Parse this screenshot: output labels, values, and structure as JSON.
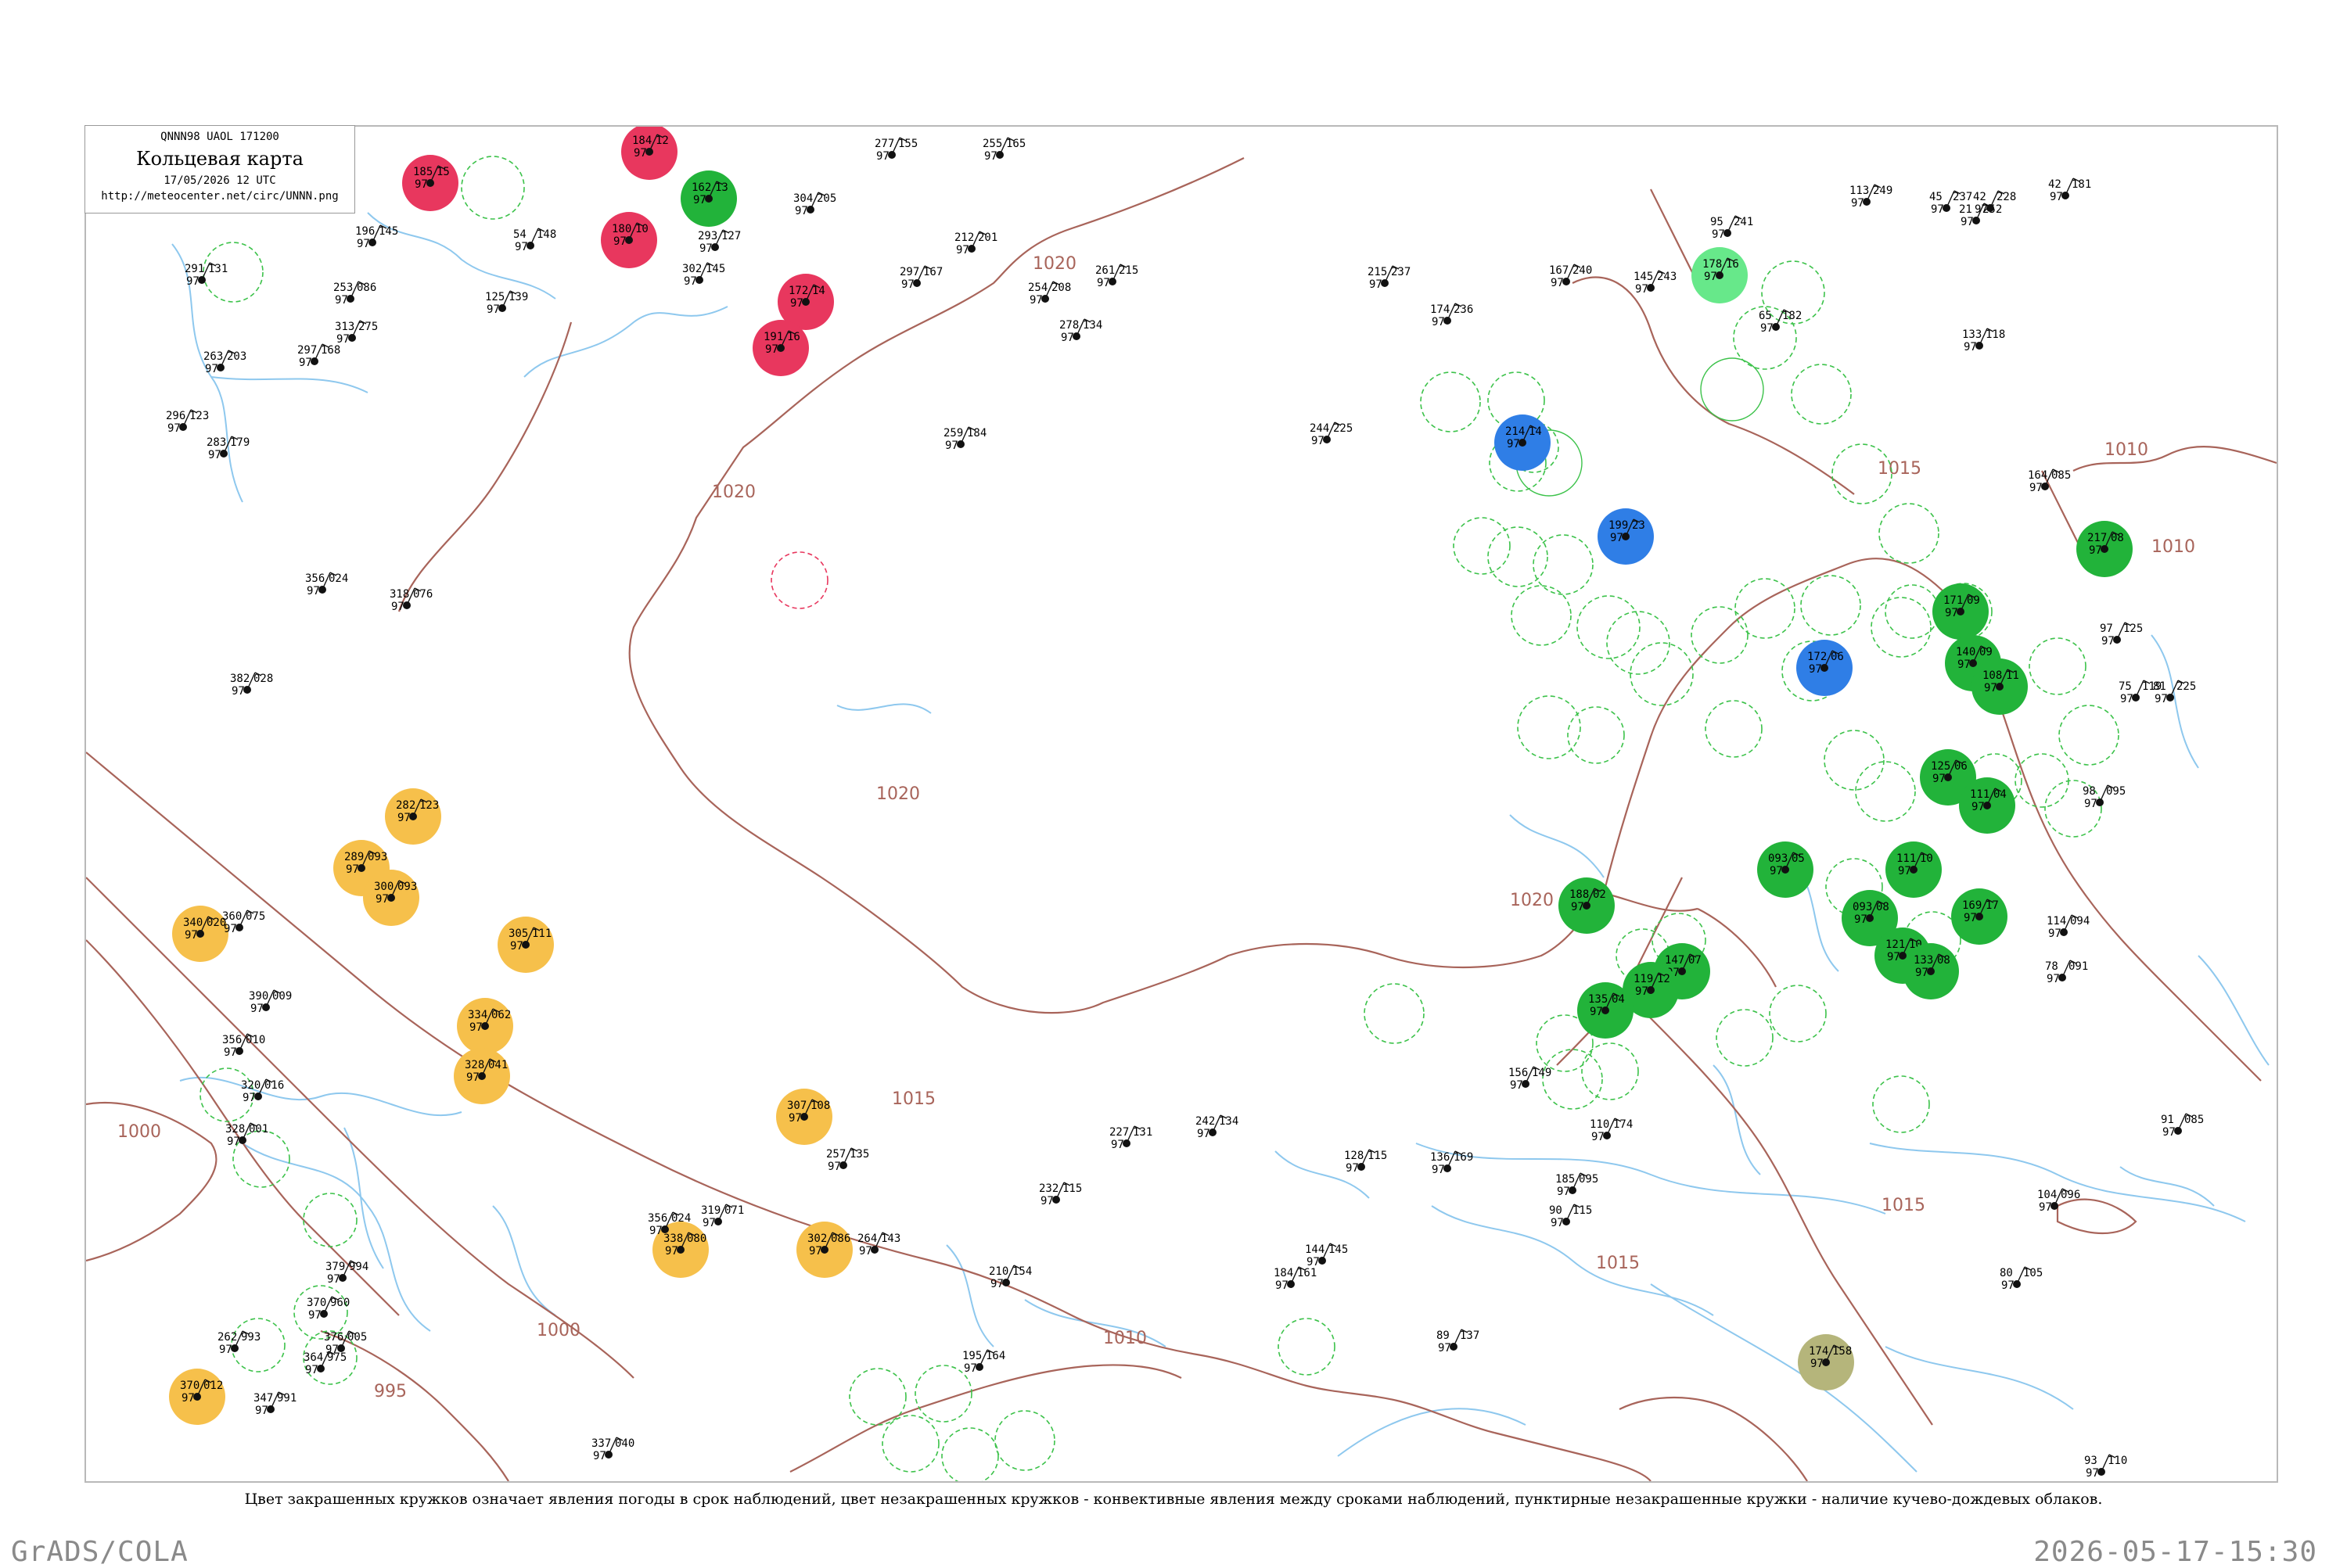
{
  "legend": {
    "code": "QNNN98  UAOL  171200",
    "title": "Кольцевая карта",
    "date": "17/05/2026 12 UTC",
    "url": "http://meteocenter.net/circ/UNNN.png"
  },
  "caption": "Цвет закрашенных кружков означает явления погоды в срок наблюдений, цвет незакрашенных кружков - конвективные явления между сроками наблюдений, пунктирные незакрашенные кружки - наличие кучево-дождевых облаков.",
  "footer": {
    "left": "GrADS/COLA",
    "right": "2026-05-17-15:30"
  },
  "colors": {
    "red": "#e8375e",
    "green": "#22b33a",
    "lightgreen": "#67e88a",
    "blue": "#2f7ee6",
    "orange": "#f6c04b",
    "olive": "#b5b57b",
    "isobar": "#a8645a",
    "water": "#8ec8ee",
    "ring": "#3cc24a"
  },
  "isobar_labels": [
    {
      "text": "1020"
    },
    {
      "text": "1020"
    },
    {
      "text": "1020"
    },
    {
      "text": "1020"
    },
    {
      "text": "1015"
    },
    {
      "text": "1015"
    },
    {
      "text": "1015"
    },
    {
      "text": "1015"
    },
    {
      "text": "1010"
    },
    {
      "text": "1010"
    },
    {
      "text": "1010"
    },
    {
      "text": "1000"
    },
    {
      "text": "1000"
    },
    {
      "text": "995"
    }
  ],
  "stations_red": [
    {
      "a": "185",
      "b": "15"
    },
    {
      "a": "184",
      "b": "12"
    },
    {
      "a": "180",
      "b": "10"
    },
    {
      "a": "172",
      "b": "14"
    },
    {
      "a": "191",
      "b": "16"
    }
  ],
  "stations_green": [
    {
      "a": "162",
      "b": "13"
    },
    {
      "a": "217",
      "b": "08"
    },
    {
      "a": "188",
      "b": "02"
    },
    {
      "a": "171",
      "b": "09"
    },
    {
      "a": "140",
      "b": "09"
    },
    {
      "a": "108",
      "b": "11"
    },
    {
      "a": "125",
      "b": "06"
    },
    {
      "a": "111",
      "b": "04"
    },
    {
      "a": "093",
      "b": "05"
    },
    {
      "a": "111",
      "b": "10"
    },
    {
      "a": "093",
      "b": "08"
    },
    {
      "a": "169",
      "b": "17"
    },
    {
      "a": "147",
      "b": "07"
    },
    {
      "a": "119",
      "b": "12"
    },
    {
      "a": "135",
      "b": "04"
    },
    {
      "a": "121",
      "b": "10"
    },
    {
      "a": "133",
      "b": "08"
    }
  ],
  "stations_lightgreen": [
    {
      "a": "178",
      "b": "16"
    }
  ],
  "stations_blue": [
    {
      "a": "214",
      "b": "14"
    },
    {
      "a": "199",
      "b": "23"
    },
    {
      "a": "172",
      "b": "06"
    }
  ],
  "stations_orange": [
    {
      "a": "282",
      "b": "123"
    },
    {
      "a": "289",
      "b": "093"
    },
    {
      "a": "300",
      "b": "093"
    },
    {
      "a": "340",
      "b": "020"
    },
    {
      "a": "305",
      "b": "111"
    },
    {
      "a": "334",
      "b": "062"
    },
    {
      "a": "328",
      "b": "041"
    },
    {
      "a": "307",
      "b": "108"
    },
    {
      "a": "338",
      "b": "080"
    },
    {
      "a": "302",
      "b": "086"
    },
    {
      "a": "370",
      "b": "012"
    }
  ],
  "stations_olive": [
    {
      "a": "174",
      "b": "158"
    }
  ],
  "stations_plain": [
    {
      "a": "277",
      "b": "155"
    },
    {
      "a": "255",
      "b": "165"
    },
    {
      "a": "212",
      "b": "201"
    },
    {
      "a": "304",
      "b": "205"
    },
    {
      "a": "297",
      "b": "167"
    },
    {
      "a": "302",
      "b": "145"
    },
    {
      "a": "293",
      "b": "127"
    },
    {
      "a": "291",
      "b": "131"
    },
    {
      "a": "278",
      "b": "134"
    },
    {
      "a": "259",
      "b": "184"
    },
    {
      "a": "254",
      "b": "208"
    },
    {
      "a": "261",
      "b": "215"
    },
    {
      "a": "244",
      "b": "225"
    },
    {
      "a": "215",
      "b": "237"
    },
    {
      "a": "174",
      "b": "236"
    },
    {
      "a": "167",
      "b": "240"
    },
    {
      "a": "145",
      "b": "243"
    },
    {
      "a": "95",
      "b": "241"
    },
    {
      "a": "113",
      "b": "249"
    },
    {
      "a": "45",
      "b": "237"
    },
    {
      "a": "21",
      "b": "252"
    },
    {
      "a": "42",
      "b": "228"
    },
    {
      "a": "42",
      "b": "181"
    },
    {
      "a": "65",
      "b": "182"
    },
    {
      "a": "133",
      "b": "118"
    },
    {
      "a": "164",
      "b": "085"
    },
    {
      "a": "97",
      "b": "125"
    },
    {
      "a": "75",
      "b": "119"
    },
    {
      "a": "81",
      "b": "225"
    },
    {
      "a": "98",
      "b": "095"
    },
    {
      "a": "114",
      "b": "094"
    },
    {
      "a": "78",
      "b": "091"
    },
    {
      "a": "91",
      "b": "085"
    },
    {
      "a": "104",
      "b": "096"
    },
    {
      "a": "80",
      "b": "105"
    },
    {
      "a": "93",
      "b": "110"
    },
    {
      "a": "54",
      "b": "148"
    },
    {
      "a": "125",
      "b": "139"
    },
    {
      "a": "196",
      "b": "145"
    },
    {
      "a": "253",
      "b": "086"
    },
    {
      "a": "313",
      "b": "275"
    },
    {
      "a": "297",
      "b": "168"
    },
    {
      "a": "263",
      "b": "203"
    },
    {
      "a": "283",
      "b": "179"
    },
    {
      "a": "296",
      "b": "123"
    },
    {
      "a": "318",
      "b": "076"
    },
    {
      "a": "356",
      "b": "024"
    },
    {
      "a": "382",
      "b": "028"
    },
    {
      "a": "360",
      "b": "075"
    },
    {
      "a": "390",
      "b": "009"
    },
    {
      "a": "356",
      "b": "010"
    },
    {
      "a": "320",
      "b": "016"
    },
    {
      "a": "328",
      "b": "001"
    },
    {
      "a": "370",
      "b": "960"
    },
    {
      "a": "379",
      "b": "994"
    },
    {
      "a": "376",
      "b": "005"
    },
    {
      "a": "262",
      "b": "993"
    },
    {
      "a": "364",
      "b": "975"
    },
    {
      "a": "347",
      "b": "991"
    },
    {
      "a": "356",
      "b": "024"
    },
    {
      "a": "337",
      "b": "040"
    },
    {
      "a": "319",
      "b": "071"
    },
    {
      "a": "257",
      "b": "135"
    },
    {
      "a": "264",
      "b": "143"
    },
    {
      "a": "242",
      "b": "134"
    },
    {
      "a": "227",
      "b": "131"
    },
    {
      "a": "232",
      "b": "115"
    },
    {
      "a": "210",
      "b": "154"
    },
    {
      "a": "195",
      "b": "164"
    },
    {
      "a": "184",
      "b": "161"
    },
    {
      "a": "144",
      "b": "145"
    },
    {
      "a": "128",
      "b": "115"
    },
    {
      "a": "136",
      "b": "169"
    },
    {
      "a": "156",
      "b": "149"
    },
    {
      "a": "110",
      "b": "174"
    },
    {
      "a": "89",
      "b": "137"
    },
    {
      "a": "90",
      "b": "115"
    },
    {
      "a": "185",
      "b": "095"
    }
  ]
}
